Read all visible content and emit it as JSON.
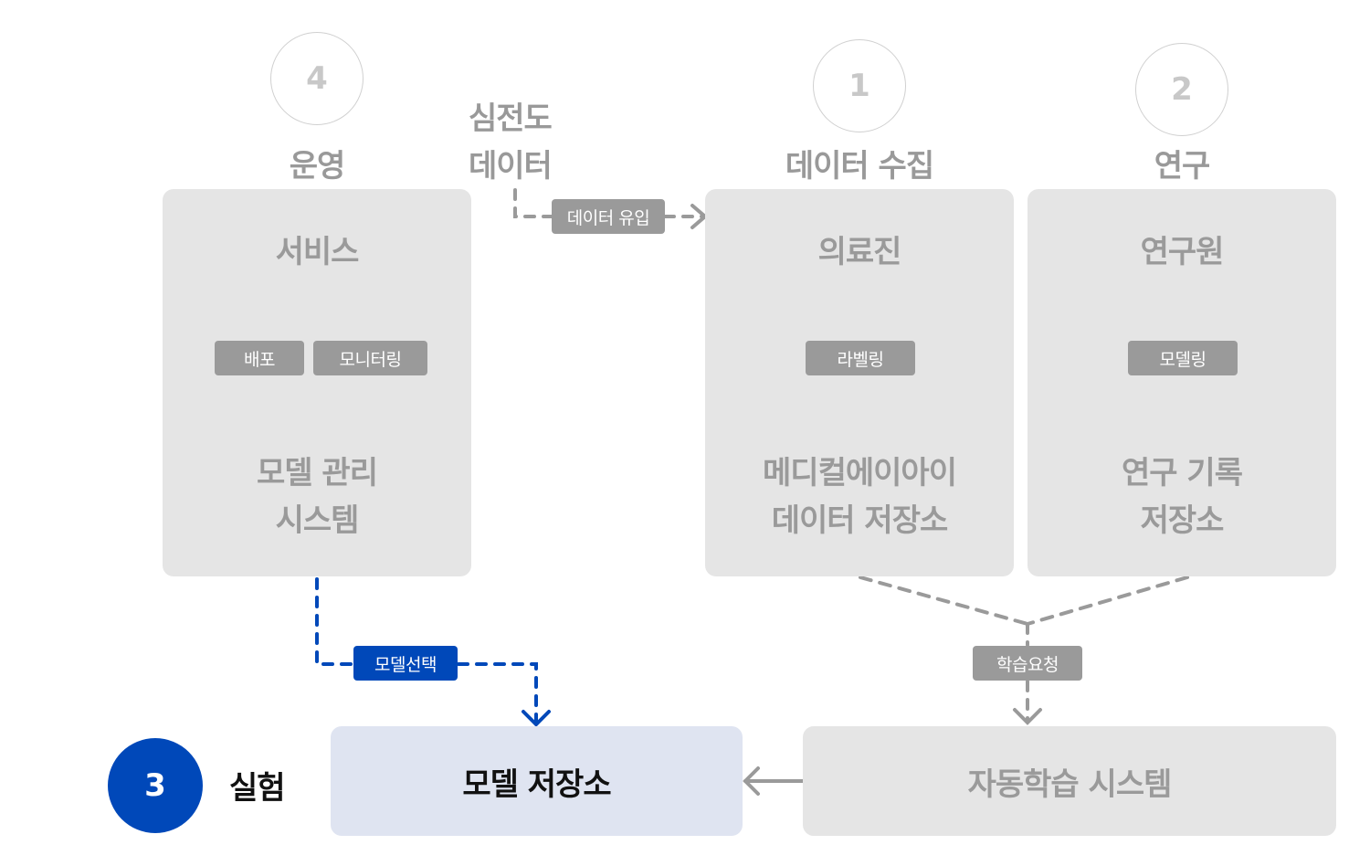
{
  "colors": {
    "panel_bg": "#e5e5e5",
    "muted_text": "#999999",
    "tag_gray": "#9a9a9a",
    "accent_blue": "#0048b9",
    "highlight_panel": "#dfe4f1"
  },
  "phases": {
    "operation": {
      "number": "4",
      "title": "운영"
    },
    "data_collection": {
      "number": "1",
      "title": "데이터 수집"
    },
    "research": {
      "number": "2",
      "title": "연구"
    },
    "experiment": {
      "number": "3",
      "title": "실험"
    }
  },
  "ecg_source": {
    "line1": "심전도",
    "line2": "데이터"
  },
  "operation_panel": {
    "top": "서비스",
    "tags": [
      "배포",
      "모니터링"
    ],
    "bottom_line1": "모델 관리",
    "bottom_line2": "시스템"
  },
  "collection_panel": {
    "top": "의료진",
    "tag": "라벨링",
    "bottom_line1": "메디컬에이아이",
    "bottom_line2": "데이터 저장소"
  },
  "research_panel": {
    "top": "연구원",
    "tag": "모델링",
    "bottom_line1": "연구 기록",
    "bottom_line2": "저장소"
  },
  "flows": {
    "data_inflow": "데이터 유입",
    "model_select": "모델선택",
    "train_request": "학습요청"
  },
  "bottom": {
    "model_store": "모델 저장소",
    "auto_training": "자동학습 시스템"
  }
}
